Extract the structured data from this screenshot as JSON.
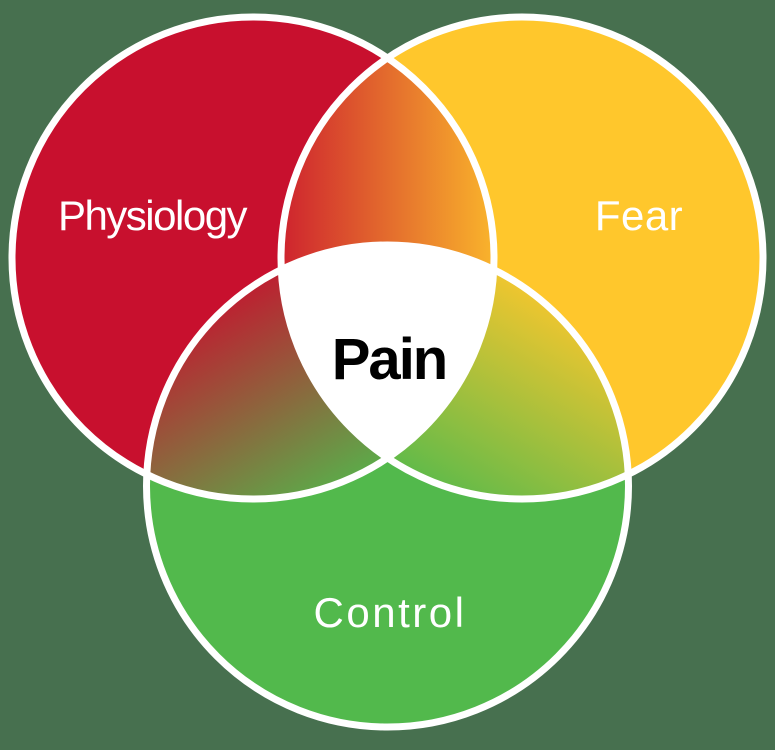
{
  "venn": {
    "type": "venn-3-circle",
    "background_color": "#47704F",
    "outline_color": "#FFFFFF",
    "label_color": "#FFFFFF",
    "center_region_color": "#FFFFFF",
    "center_label": "Pain",
    "center_label_color": "#000000",
    "sets": [
      {
        "label": "Physiology",
        "color": "#C8102E",
        "position": "top-left"
      },
      {
        "label": "Fear",
        "color": "#FFC72C",
        "position": "top-right"
      },
      {
        "label": "Control",
        "color": "#52B94C",
        "position": "bottom"
      }
    ]
  }
}
